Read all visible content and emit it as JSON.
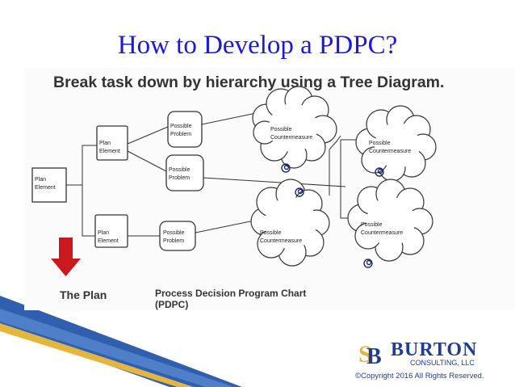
{
  "slide": {
    "title": "How to Develop a PDPC?",
    "subtitle": "Break task down by hierarchy using a Tree Diagram."
  },
  "diagram": {
    "nodes": {
      "root_line1": "Plan",
      "root_line2": "Element",
      "plan_top_line1": "Plan",
      "plan_top_line2": "Element",
      "plan_bottom_line1": "Plan",
      "plan_bottom_line2": "Element",
      "problem_1_line1": "Possible",
      "problem_1_line2": "Problem",
      "problem_2_line1": "Possible",
      "problem_2_line2": "Problem",
      "problem_3_line1": "Possible",
      "problem_3_line2": "Problem",
      "counter_1_line1": "Possible",
      "counter_1_line2": "Countermeasure",
      "counter_2_line1": "Possible",
      "counter_2_line2": "Countermeasure",
      "counter_3_line1": "Possible",
      "counter_3_line2": "Countermeasure",
      "counter_4_line1": "Possible",
      "counter_4_line2": "Countermeasure"
    },
    "plan_label": "The Plan",
    "chart_label_line1": "Process Decision Program Chart",
    "chart_label_line2": "(PDPC)"
  },
  "footer": {
    "brand": "BURTON",
    "brand_sub": "CONSULTING, LLC",
    "copyright": "©Copyright 2016 All Rights Reserved.",
    "colors": {
      "blue": "#1f3c8f",
      "gold": "#e3b640",
      "accent_blue": "#2e62b0"
    }
  }
}
